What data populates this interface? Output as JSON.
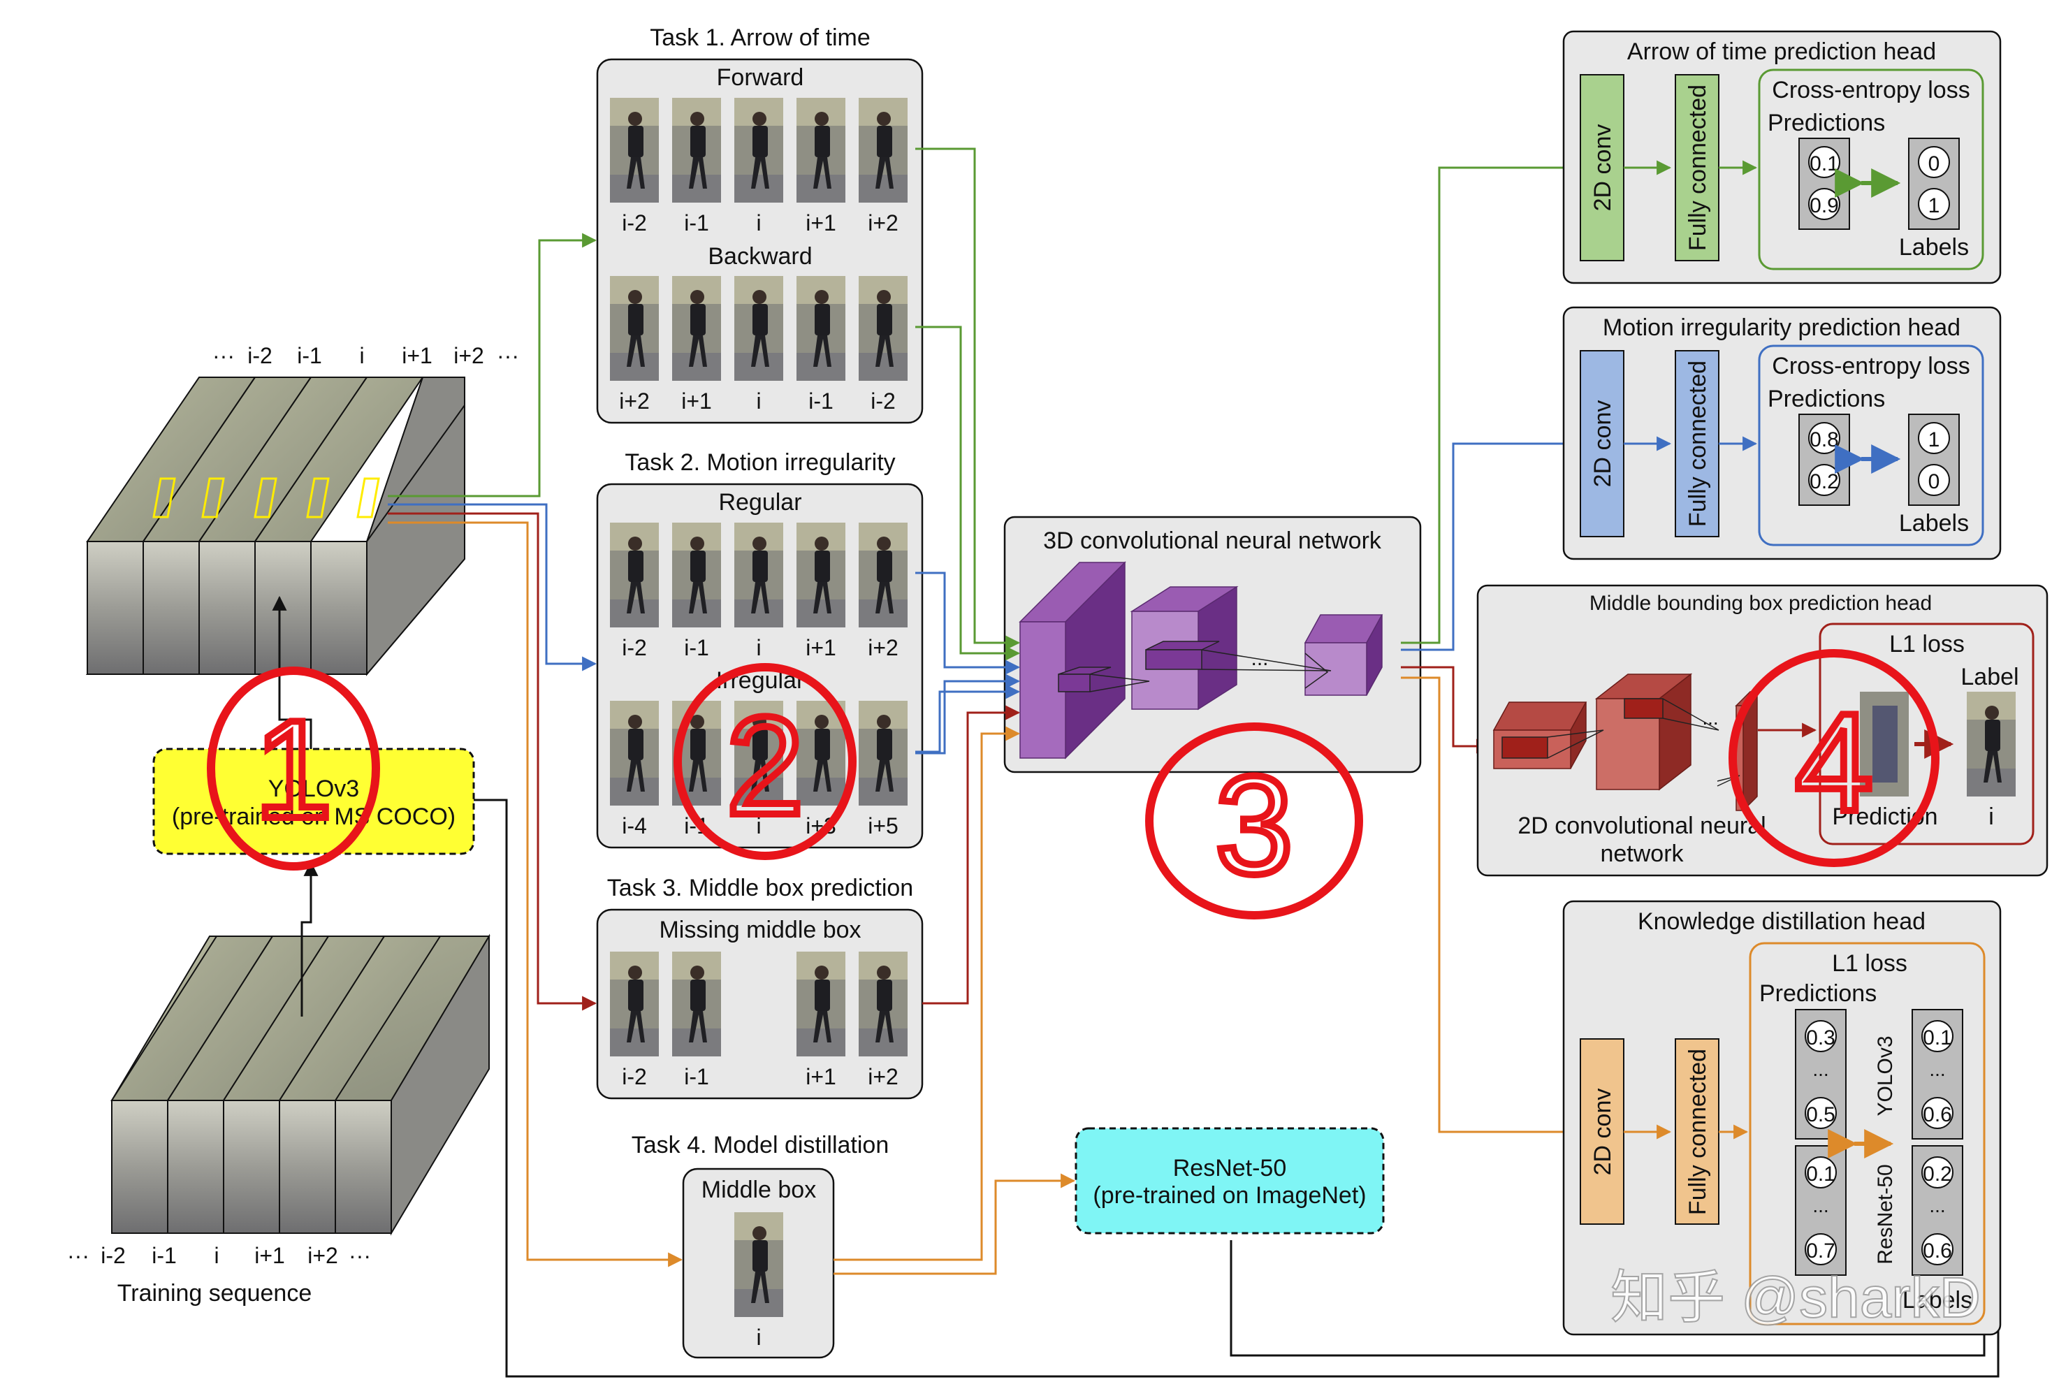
{
  "task1": {
    "title": "Task 1. Arrow of time",
    "forward": "Forward",
    "backward": "Backward",
    "forward_labels": [
      "i-2",
      "i-1",
      "i",
      "i+1",
      "i+2"
    ],
    "backward_labels": [
      "i+2",
      "i+1",
      "i",
      "i-1",
      "i-2"
    ]
  },
  "task2": {
    "title": "Task 2. Motion irregularity",
    "regular": "Regular",
    "irregular": "Irregular",
    "regular_labels": [
      "i-2",
      "i-1",
      "i",
      "i+1",
      "i+2"
    ],
    "irregular_labels": [
      "i-4",
      "i-1",
      "i",
      "i+3",
      "i+5"
    ]
  },
  "task3": {
    "title": "Task 3. Middle box prediction",
    "subtitle": "Missing middle box",
    "labels": [
      "i-2",
      "i-1",
      "i+1",
      "i+2"
    ]
  },
  "task4": {
    "title": "Task 4. Model distillation",
    "subtitle": "Middle box",
    "label": "i"
  },
  "sequence": {
    "top_labels": [
      "···",
      "i-2",
      "i-1",
      "i",
      "i+1",
      "i+2",
      "···"
    ],
    "bottom_labels": [
      "···",
      "i-2",
      "i-1",
      "i",
      "i+1",
      "i+2",
      "···"
    ],
    "caption": "Training sequence"
  },
  "yolo": {
    "line1": "YOLOv3",
    "line2": "(pre-trained on MS COCO)"
  },
  "resnet": {
    "line1": "ResNet-50",
    "line2": "(pre-trained on ImageNet)"
  },
  "cnn3d": {
    "title": "3D convolutional neural network",
    "dots": "..."
  },
  "head_aot": {
    "title": "Arrow of time prediction head",
    "conv": "2D conv",
    "fc": "Fully connected",
    "loss": "Cross-entropy loss",
    "pred": "Predictions",
    "pred_vals": [
      "0.1",
      "0.9"
    ],
    "labels_title": "Labels",
    "label_vals": [
      "0",
      "1"
    ]
  },
  "head_mi": {
    "title": "Motion irregularity prediction head",
    "conv": "2D conv",
    "fc": "Fully connected",
    "loss": "Cross-entropy loss",
    "pred": "Predictions",
    "pred_vals": [
      "0.8",
      "0.2"
    ],
    "labels_title": "Labels",
    "label_vals": [
      "1",
      "0"
    ]
  },
  "head_mbb": {
    "title": "Middle bounding box prediction head",
    "cnn_line1": "2D convolutional neural",
    "cnn_line2": "network",
    "dots": "...",
    "loss": "L1 loss",
    "label": "Label",
    "pred": "Prediction",
    "i": "i"
  },
  "head_kd": {
    "title": "Knowledge distillation head",
    "conv": "2D conv",
    "fc": "Fully connected",
    "loss": "L1 loss",
    "pred": "Predictions",
    "pred_top": [
      "0.3",
      "...",
      "0.5"
    ],
    "pred_bot": [
      "0.1",
      "...",
      "0.7"
    ],
    "lab_top": [
      "0.1",
      "...",
      "0.6"
    ],
    "lab_bot": [
      "0.2",
      "...",
      "0.6"
    ],
    "yolo_label": "YOLOv3",
    "resnet_label": "ResNet-50",
    "labels_title": "Labels"
  },
  "annotations": {
    "circle_numbers": [
      "1",
      "2",
      "3",
      "4"
    ]
  },
  "watermark": "知乎 @sharkD",
  "colors": {
    "green": "#5a9a33",
    "blue": "#3f6fc2",
    "darkred": "#a0201a",
    "orange": "#dd8a2a",
    "purple": "#8b3fa3",
    "yellow": "#ffff33",
    "cyan": "#7ff5f5",
    "red_annot": "#e8141a",
    "panel": "#e8e8e8",
    "conv_green": "#a9d18e",
    "conv_blue": "#9db8e3",
    "conv_orange": "#f0c48d"
  }
}
